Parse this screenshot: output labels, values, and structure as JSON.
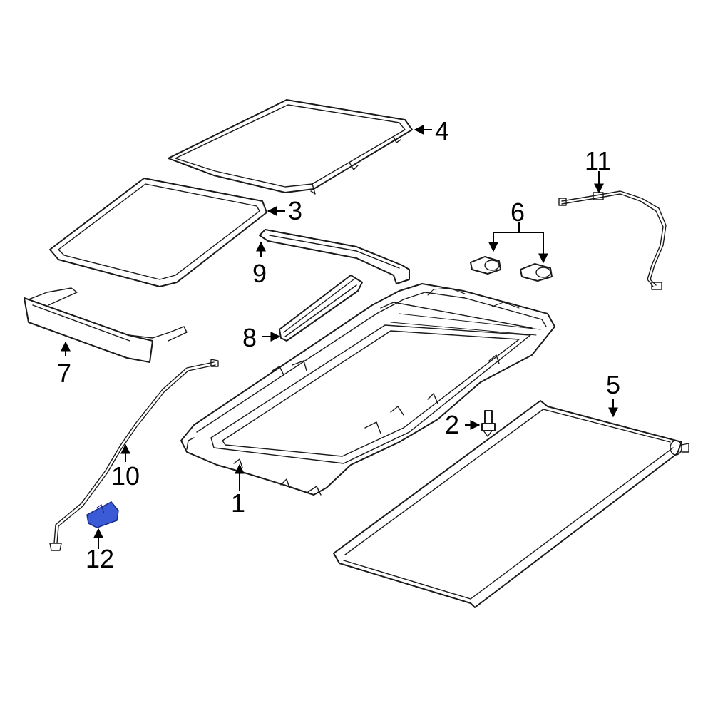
{
  "callouts": {
    "c1": "1",
    "c2": "2",
    "c3": "3",
    "c4": "4",
    "c5": "5",
    "c6": "6",
    "c7": "7",
    "c8": "8",
    "c9": "9",
    "c10": "10",
    "c11": "11",
    "c12": "12"
  },
  "colors": {
    "line": "#1a1a1a",
    "highlight_part": "#3b5bd6",
    "background": "#ffffff"
  }
}
